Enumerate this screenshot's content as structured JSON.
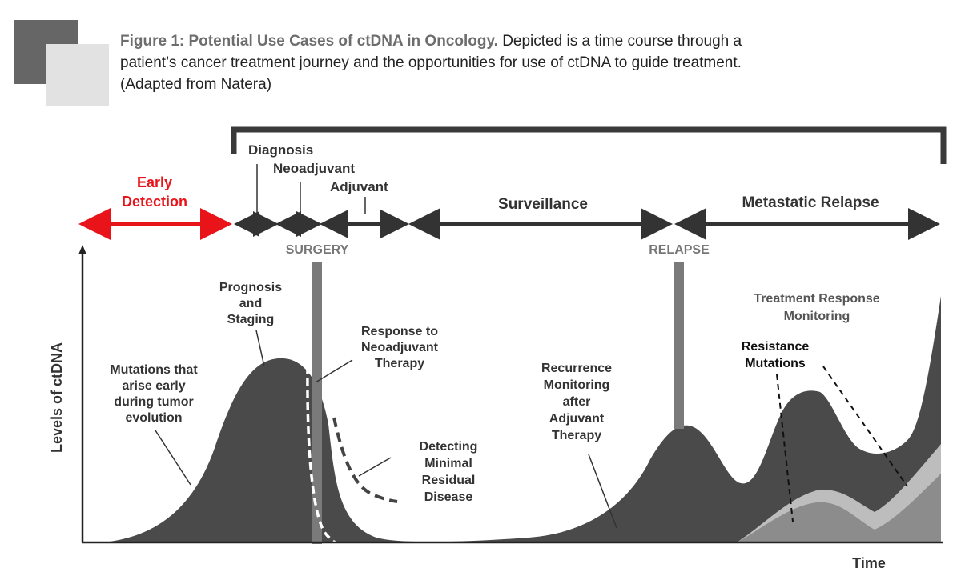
{
  "figure": {
    "title": "Figure 1: Potential Use Cases of ctDNA in Oncology.",
    "caption": "Depicted is a time course through a patient’s cancer treatment journey and the opportunities for use of ctDNA to guide treatment. (Adapted from Natera)"
  },
  "colors": {
    "accent_red": "#e8141a",
    "dark_fill": "#4a4a4a",
    "mid_fill": "#8c8c8c",
    "light_fill": "#bdbdbd",
    "bar_fill": "#7a7a7a",
    "label_grey": "#777777"
  },
  "phases": {
    "early_detection_line1": "Early",
    "early_detection_line2": "Detection",
    "diagnosis": "Diagnosis",
    "neoadjuvant": "Neoadjuvant",
    "adjuvant": "Adjuvant",
    "surveillance": "Surveillance",
    "metastatic_relapse": "Metastatic Relapse"
  },
  "markers": {
    "surgery": "SURGERY",
    "relapse": "RELAPSE"
  },
  "axes": {
    "ylabel": "Levels of ctDNA",
    "xlabel": "Time"
  },
  "annotations": {
    "mutations": [
      "Mutations that",
      "arise early",
      "during tumor",
      "evolution"
    ],
    "prognosis": [
      "Prognosis",
      "and",
      "Staging"
    ],
    "response": [
      "Response to",
      "Neoadjuvant",
      "Therapy"
    ],
    "mrd": [
      "Detecting",
      "Minimal",
      "Residual",
      "Disease"
    ],
    "recurrence": [
      "Recurrence",
      "Monitoring",
      "after",
      "Adjuvant",
      "Therapy"
    ],
    "treatment_response": [
      "Treatment Response",
      "Monitoring"
    ],
    "resistance": [
      "Resistance",
      "Mutations"
    ]
  }
}
